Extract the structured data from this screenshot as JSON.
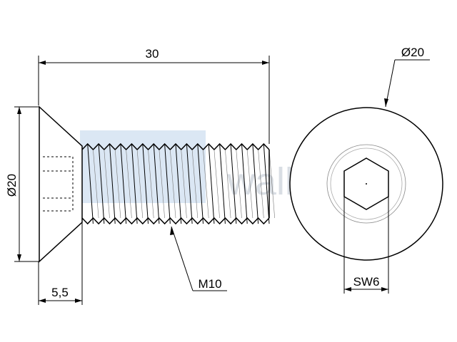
{
  "drawing": {
    "dimensions": {
      "length": "30",
      "head_diameter_side": "Ø20",
      "head_diameter_end": "Ø20",
      "head_height": "5,5",
      "thread": "M10",
      "socket": "SW6"
    },
    "watermark": {
      "text": "walker"
    },
    "colors": {
      "line": "#000000",
      "watermark_box": "#dbe7f4",
      "watermark_text": "#d9dee4",
      "thread_root": "#777777"
    }
  }
}
